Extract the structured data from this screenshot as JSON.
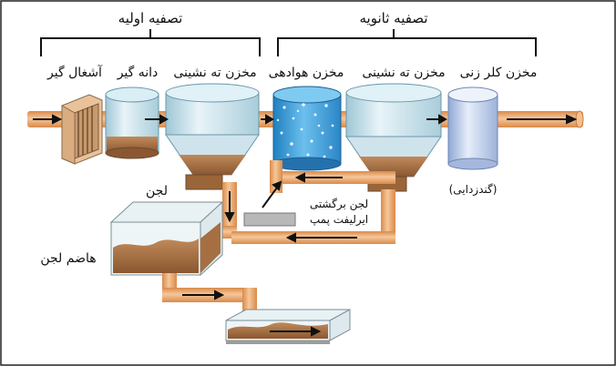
{
  "groups": {
    "primary": "تصفیه اولیه",
    "secondary": "تصفیه ثانویه"
  },
  "units": {
    "screen": "آشغال گیر",
    "grit": "دانه گیر",
    "primary_clarifier": "مخزن ته نشینی",
    "aeration": "مخزن هوادهی",
    "secondary_clarifier": "مخزن ته نشینی",
    "chlorine": "مخزن کلر زنی",
    "disinfection": "(گندزدایی)",
    "return_sludge_line1": "لجن برگشتی",
    "return_sludge_line2": "ایرلیفت پمپ",
    "sludge": "لجن",
    "digester": "هاضم لجن"
  },
  "colors": {
    "pipe": "#f0a968",
    "pipe_dark": "#d27f3d",
    "tank_glass": "#cfe6ef",
    "tank_edge": "#7aa7b8",
    "aeration_water": "#3f9fd6",
    "sludge": "#a06a3c",
    "chlorine_tank": "#b9c9e6",
    "arrow": "#111111"
  }
}
